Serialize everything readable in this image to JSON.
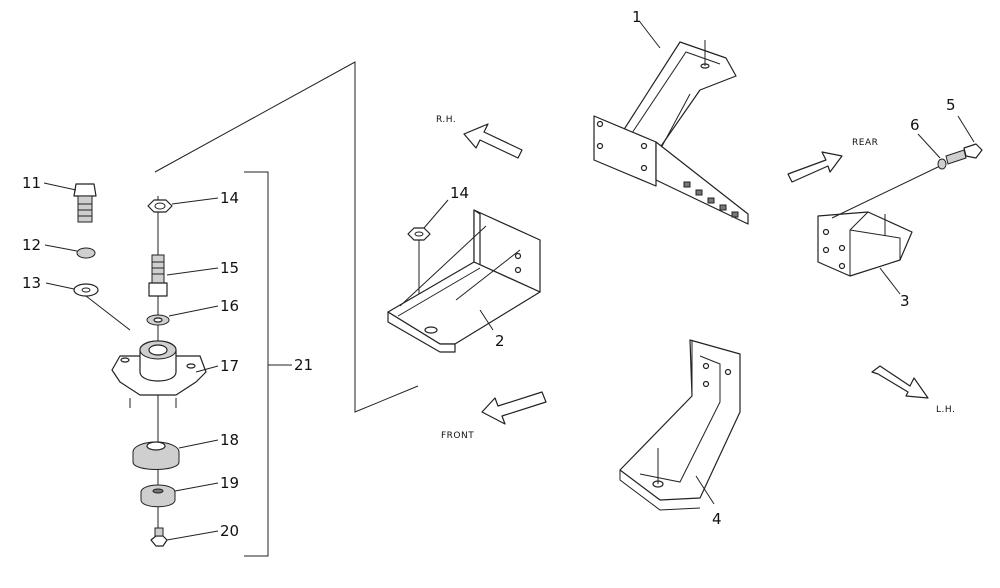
{
  "labels": {
    "n1": "1",
    "n2": "2",
    "n3": "3",
    "n4": "4",
    "n5": "5",
    "n6": "6",
    "n11": "11",
    "n12": "12",
    "n13": "13",
    "n14a": "14",
    "n14b": "14",
    "n15": "15",
    "n16": "16",
    "n17": "17",
    "n18": "18",
    "n19": "19",
    "n20": "20",
    "n21": "21"
  },
  "arrows": {
    "rh": "R.H.",
    "rear": "REAR",
    "front": "FRONT",
    "lh": "L.H."
  }
}
